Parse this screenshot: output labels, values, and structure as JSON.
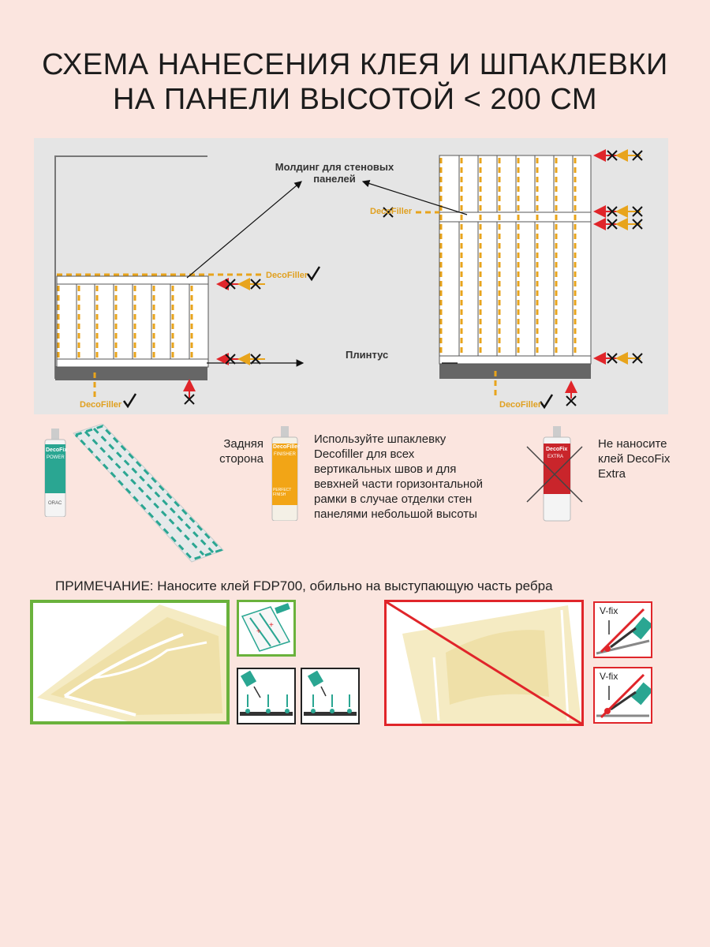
{
  "title": {
    "line1": "СХЕМА НАНЕСЕНИЯ КЛЕЯ И ШПАКЛЕВКИ",
    "line2": "НА ПАНЕЛИ ВЫСОТОЙ < 200 СМ"
  },
  "scheme": {
    "molding_label_1": "Молдинг для стеновых",
    "molding_label_2": "панелей",
    "plinth_label": "Плинтус",
    "decofiller": "DecoFiller"
  },
  "products": {
    "back_side_1": "Задняя",
    "back_side_2": "сторона",
    "use_filler_1": "Используйте шпаклевку",
    "use_filler_2": "Decofiller для всех",
    "use_filler_3": "вертикальных швов и для",
    "use_filler_4": "вевхней части горизонтальной",
    "use_filler_5": "рамки в случае отделки стен",
    "use_filler_6": "панелями небольшой высоты",
    "dont_apply_1": "Не наносите",
    "dont_apply_2": "клей DecoFix",
    "dont_apply_3": "Extra",
    "tube1_brand": "DecoFix",
    "tube1_sub": "POWER",
    "tube1_maker": "ORAC",
    "tube2_brand": "DecoFiller",
    "tube2_sub": "FINISHER",
    "tube2_foot": "PERFECT FINISH",
    "tube3_brand": "DecoFix",
    "tube3_sub": "EXTRA"
  },
  "note": {
    "text": "ПРИМЕЧАНИЕ: Наносите клей FDP700, обильно на выступающую часть ребра"
  },
  "bottom": {
    "vfix_1": "V-fix",
    "vfix_2": "V-fix"
  },
  "colors": {
    "background": "#fbe5df",
    "filler": "#e8a41c",
    "forbidden": "#e0252a",
    "approved": "#6ab23c"
  }
}
